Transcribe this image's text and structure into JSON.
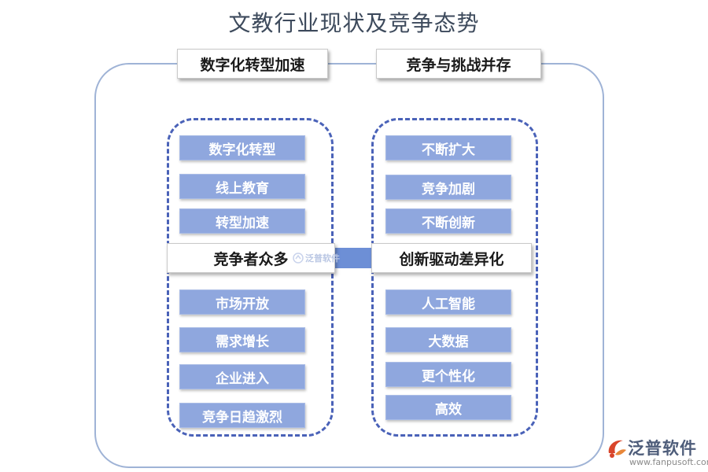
{
  "title": "文教行业现状及竞争态势",
  "left": {
    "header": "数字化转型加速",
    "items_top": [
      "数字化转型",
      "线上教育",
      "转型加速"
    ],
    "center": "竞争者众多",
    "items_bottom": [
      "市场开放",
      "需求增长",
      "企业进入",
      "竞争日趋激烈"
    ]
  },
  "right": {
    "header": "竞争与挑战并存",
    "items_top": [
      "不断扩大",
      "竞争加剧",
      "不断创新"
    ],
    "center": "创新驱动差异化",
    "items_bottom": [
      "人工智能",
      "大数据",
      "更个性化",
      "高效"
    ]
  },
  "watermark": "泛普软件",
  "logo": {
    "name": "泛普软件",
    "url": "www.fanpusoft.com"
  },
  "colors": {
    "item_fill": "#8fa7de",
    "dash_border": "#4a62b8",
    "outer_border": "#9fb3d6",
    "connector": "#6d8fd6",
    "logo_red": "#d9452b"
  }
}
